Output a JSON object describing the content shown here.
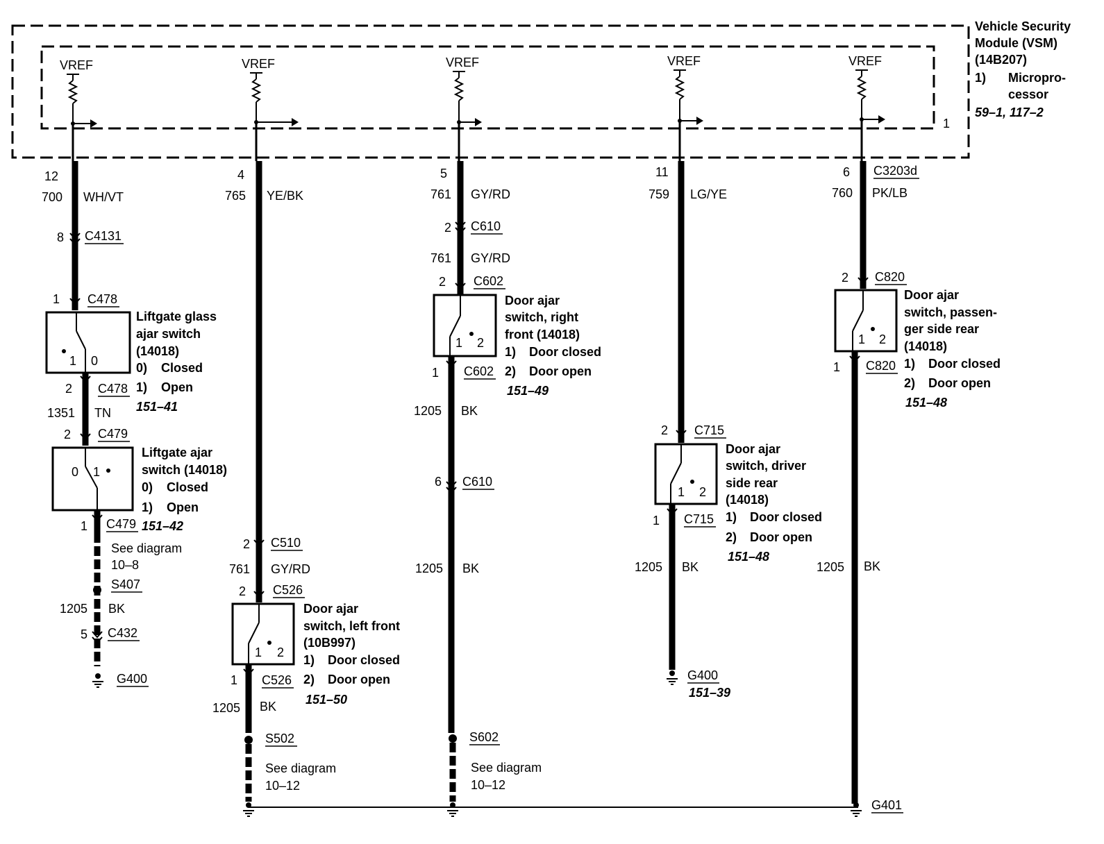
{
  "module": {
    "title_lines": [
      "Vehicle Security",
      "Module (VSM)",
      "(14B207)"
    ],
    "item_number": "1)",
    "item_lines": [
      "Micropro-",
      "cessor"
    ],
    "refs": "59–1, 117–2",
    "pin": "1",
    "vref_label": "VREF"
  },
  "circuits": [
    {
      "pin": "12",
      "circuit": "700",
      "color": "WH/VT",
      "c1_pin": "8",
      "c1": "C4131",
      "sw1": {
        "top_pin": "1",
        "top_conn": "C478",
        "name_lines": [
          "Liftgate glass",
          "ajar switch",
          "(14018)"
        ],
        "states": [
          [
            "0)",
            "Closed"
          ],
          [
            "1)",
            "Open"
          ]
        ],
        "ref": "151–41",
        "bot_pin": "2",
        "bot_conn": "C478",
        "contact_a": "1",
        "contact_b": "0"
      },
      "mid_circuit": "1351",
      "mid_color": "TN",
      "sw2": {
        "top_pin": "2",
        "top_conn": "C479",
        "name_lines": [
          "Liftgate ajar",
          "switch (14018)"
        ],
        "states": [
          [
            "0)",
            "Closed"
          ],
          [
            "1)",
            "Open"
          ]
        ],
        "ref": "151–42",
        "bot_pin": "1",
        "bot_conn": "C479",
        "contact_a": "0",
        "contact_b": "1"
      },
      "see_diagram": [
        "See diagram",
        "10–8"
      ],
      "splice": "S407",
      "gnd_circuit": "1205",
      "gnd_color": "BK",
      "c_gnd_pin": "5",
      "c_gnd": "C432",
      "ground": "G400"
    },
    {
      "pin": "4",
      "circuit": "765",
      "color": "YE/BK",
      "c1_pin": "2",
      "c1": "C510",
      "mid_circuit": "761",
      "mid_color": "GY/RD",
      "sw": {
        "top_pin": "2",
        "top_conn": "C526",
        "name_lines": [
          "Door ajar",
          "switch, left front",
          "(10B997)"
        ],
        "states": [
          [
            "1)",
            "Door closed"
          ],
          [
            "2)",
            "Door open"
          ]
        ],
        "ref": "151–50",
        "bot_pin": "1",
        "bot_conn": "C526",
        "contact_a": "1",
        "contact_b": "2"
      },
      "gnd_circuit": "1205",
      "gnd_color": "BK",
      "splice": "S502",
      "see_diagram": [
        "See diagram",
        "10–12"
      ]
    },
    {
      "pin": "5",
      "circuit": "761",
      "color": "GY/RD",
      "c1_pin": "2",
      "c1": "C610",
      "circuit2": "761",
      "color2": "GY/RD",
      "sw": {
        "top_pin": "2",
        "top_conn": "C602",
        "name_lines": [
          "Door ajar",
          "switch, right",
          "front (14018)"
        ],
        "states": [
          [
            "1)",
            "Door closed"
          ],
          [
            "2)",
            "Door open"
          ]
        ],
        "ref": "151–49",
        "bot_pin": "1",
        "bot_conn": "C602",
        "contact_a": "1",
        "contact_b": "2"
      },
      "gnd_circuit": "1205",
      "gnd_color": "BK",
      "c2_pin": "6",
      "c2": "C610",
      "gnd_circuit2": "1205",
      "gnd_color2": "BK",
      "splice": "S602",
      "see_diagram": [
        "See diagram",
        "10–12"
      ]
    },
    {
      "pin": "11",
      "circuit": "759",
      "color": "LG/YE",
      "sw": {
        "top_pin": "2",
        "top_conn": "C715",
        "name_lines": [
          "Door ajar",
          "switch, driver",
          "side rear",
          "(14018)"
        ],
        "states": [
          [
            "1)",
            "Door closed"
          ],
          [
            "2)",
            "Door open"
          ]
        ],
        "ref": "151–48",
        "bot_pin": "1",
        "bot_conn": "C715",
        "contact_a": "1",
        "contact_b": "2"
      },
      "gnd_circuit": "1205",
      "gnd_color": "BK",
      "ground": "G400",
      "ground_ref": "151–39"
    },
    {
      "pin": "6",
      "conn": "C3203d",
      "circuit": "760",
      "color": "PK/LB",
      "sw": {
        "top_pin": "2",
        "top_conn": "C820",
        "name_lines": [
          "Door ajar",
          "switch, passen-",
          "ger side rear",
          "(14018)"
        ],
        "states": [
          [
            "1)",
            "Door closed"
          ],
          [
            "2)",
            "Door open"
          ]
        ],
        "ref": "151–48",
        "bot_pin": "1",
        "bot_conn": "C820",
        "contact_a": "1",
        "contact_b": "2"
      },
      "gnd_circuit": "1205",
      "gnd_color": "BK",
      "ground": "G401"
    }
  ]
}
